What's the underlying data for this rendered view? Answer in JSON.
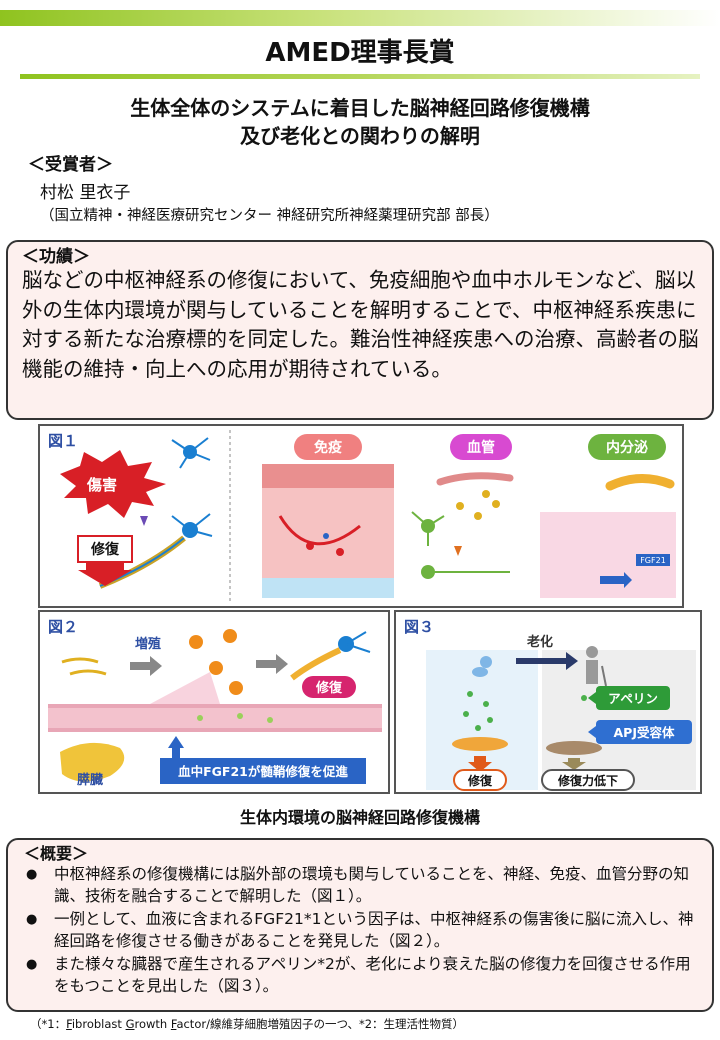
{
  "header": {
    "title": "AMED理事長賞",
    "subtitle_line1": "生体全体のシステムに着目した脳神経回路修復機構",
    "subtitle_line2": "及び老化との関わりの解明"
  },
  "recipient": {
    "heading": "＜受賞者＞",
    "name": "村松 里衣子",
    "affiliation": "（国立精神・神経医療研究センター 神経研究所神経薬理研究部 部長）"
  },
  "achievement": {
    "heading": "＜功績＞",
    "text": "脳などの中枢神経系の修復において、免疫細胞や血中ホルモンなど、脳以外の生体内環境が関与していることを解明することで、中枢神経系疾患に対する新たな治療標的を同定した。難治性神経疾患への治療、高齢者の脳機能の維持・向上への応用が期待されている。"
  },
  "figures": {
    "fig1": {
      "label": "図１",
      "damage": "傷害",
      "repair": "修復",
      "immune": "免疫",
      "vessel": "血管",
      "endocrine": "内分泌",
      "fgf21_tag": "FGF21"
    },
    "fig2": {
      "label": "図２",
      "proliferation": "増殖",
      "repair": "修復",
      "pancreas": "膵臓",
      "caption": "血中FGF21が髄鞘修復を促進"
    },
    "fig3": {
      "label": "図３",
      "aging": "老化",
      "apelin": "アペリン",
      "apj": "APJ受容体",
      "repair": "修復",
      "repair_decline": "修復力低下"
    },
    "caption": "生体内環境の脳神経回路修復機構"
  },
  "summary": {
    "heading": "＜概要＞",
    "items": [
      "中枢神経系の修復機構には脳外部の環境も関与していることを、神経、免疫、血管分野の知識、技術を融合することで解明した（図１）。",
      "一例として、血液に含まれるFGF21*1という因子は、中枢神経系の傷害後に脳に流入し、神経回路を修復させる働きがあることを発見した（図２）。",
      "また様々な臓器で産生されるアペリン*2が、老化により衰えた脳の修復力を回復させる作用をもつことを見出した（図３）。"
    ]
  },
  "footnote": {
    "open": "（*1：",
    "f1": "F",
    "ibroblast": "ibroblast ",
    "g1": "G",
    "rowth": "rowth ",
    "f2": "F",
    "rest": "actor/線維芽細胞増殖因子の一つ、*2：生理活性物質）"
  },
  "colors": {
    "accent_green": "#8fc31f",
    "box_bg": "#fdf0ee",
    "fig_blue": "#2e4fa3",
    "repair_pink": "#d6246e",
    "apelin_green": "#2e9b38",
    "apj_blue": "#2f6fd1"
  }
}
